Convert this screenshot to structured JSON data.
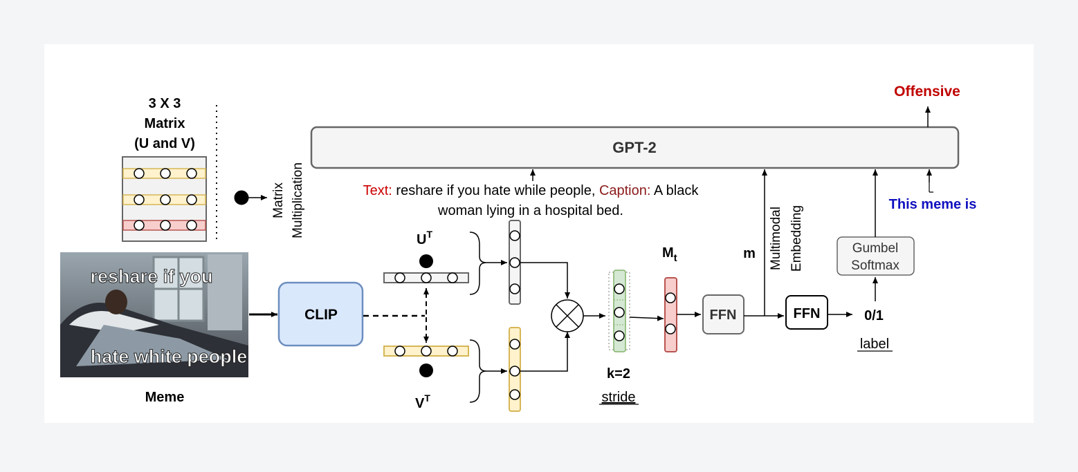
{
  "matrix": {
    "line1": "3 X 3",
    "line2": "Matrix",
    "line3": "(U and V)"
  },
  "matmul": {
    "line1": "Matrix",
    "line2": "Multiplication"
  },
  "gpt": {
    "label": "GPT-2"
  },
  "output": {
    "label": "Offensive",
    "color": "#c00000"
  },
  "prompt": {
    "label": "This meme is",
    "color": "#1010c0"
  },
  "input_text": {
    "text_key": "Text:",
    "text_value": " reshare if you hate while people, ",
    "caption_key": "Caption:",
    "caption_value": " A black",
    "line2": "woman lying in a hospital bed.",
    "text_key_color": "#cc0000",
    "caption_key_color": "#8b1a1a"
  },
  "meme": {
    "caption_top": "reshare if you",
    "caption_bottom": "hate white people",
    "label": "Meme"
  },
  "clip": {
    "label": "CLIP"
  },
  "u_label": {
    "base": "U",
    "sup": "T"
  },
  "v_label": {
    "base": "V",
    "sup": "T"
  },
  "pool": {
    "k_label": "k=2",
    "stride_label": "stride"
  },
  "mt_label": {
    "base": "M",
    "sub": "t"
  },
  "ffn1": {
    "label": "FFN"
  },
  "ffn2": {
    "label": "FFN"
  },
  "m_label": "m",
  "multimodal": {
    "line1": "Multimodal",
    "line2": "Embedding"
  },
  "gumbel": {
    "line1": "Gumbel",
    "line2": "Softmax"
  },
  "binary": {
    "value": "0/1",
    "label": "label"
  },
  "colors": {
    "gray_fill": "#f5f5f5",
    "gray_stroke": "#666666",
    "yellow_fill": "#fff2cc",
    "yellow_stroke": "#d6b656",
    "red_fill": "#f8cecc",
    "red_stroke": "#b85450",
    "green_fill": "#d5e8d4",
    "green_stroke": "#82b366",
    "clip_fill": "#dae8fc",
    "clip_stroke": "#6c8ebf"
  }
}
